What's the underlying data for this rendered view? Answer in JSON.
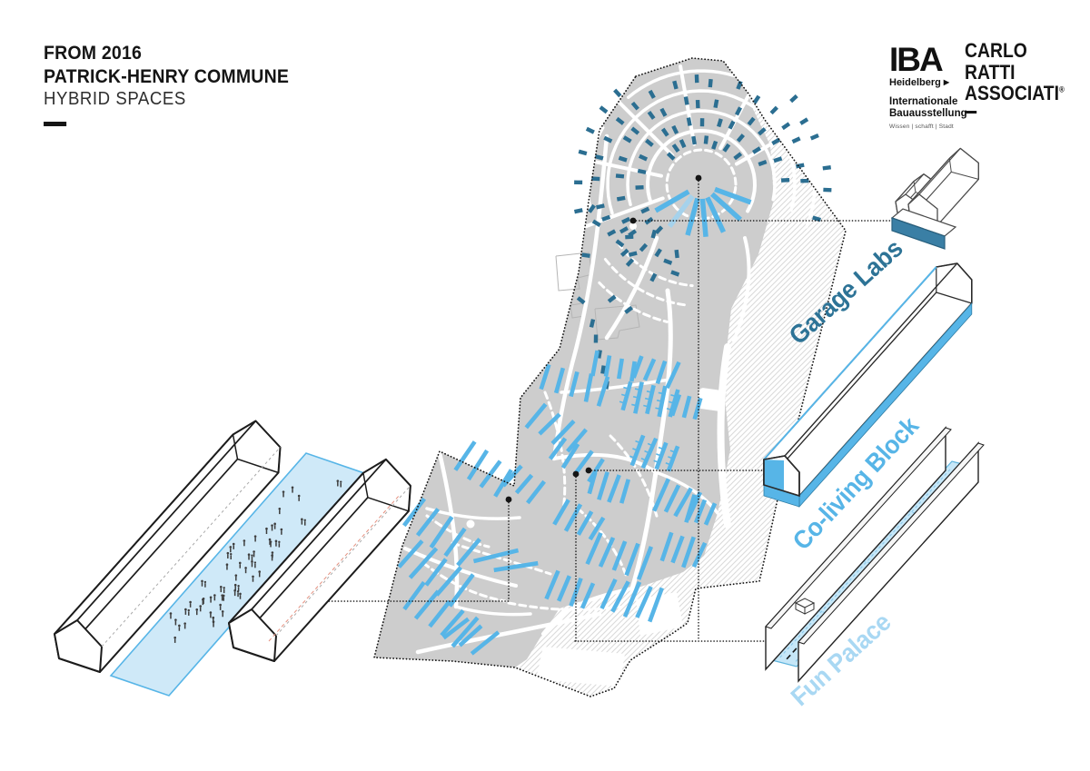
{
  "header": {
    "era_label": "FROM 2016",
    "project_title": "PATRICK-HENRY COMMUNE",
    "subtitle": "HYBRID SPACES"
  },
  "logos": {
    "iba": {
      "acronym": "IBA",
      "city": "Heidelberg",
      "arrow": "▶",
      "org_line1": "Internationale",
      "org_line2": "Bauausstellung",
      "motto": "Wissen | schafft | Stadt"
    },
    "carlo_ratti": {
      "line1": "CARLO",
      "line2": "RATTI",
      "line3": "ASSOCIATI",
      "registered_mark": "®"
    }
  },
  "building_labels": {
    "garage_labs": "Garage Labs",
    "coliving_block": "Co-living Block",
    "fun_palace": "Fun Palace"
  },
  "colors": {
    "teal": "#2d7396",
    "teal_dark": "#2b6e91",
    "teal_slab": "#3a7fa5",
    "blue": "#57b5e7",
    "blue_pale": "#a9d8f3",
    "plaza_fill": "#cfe9f8",
    "floor_fill": "#c6e7f8",
    "site_gray": "#cdcdcd",
    "hatch_line": "#dadada",
    "ink": "#151515",
    "people": "#3d3d3d"
  }
}
